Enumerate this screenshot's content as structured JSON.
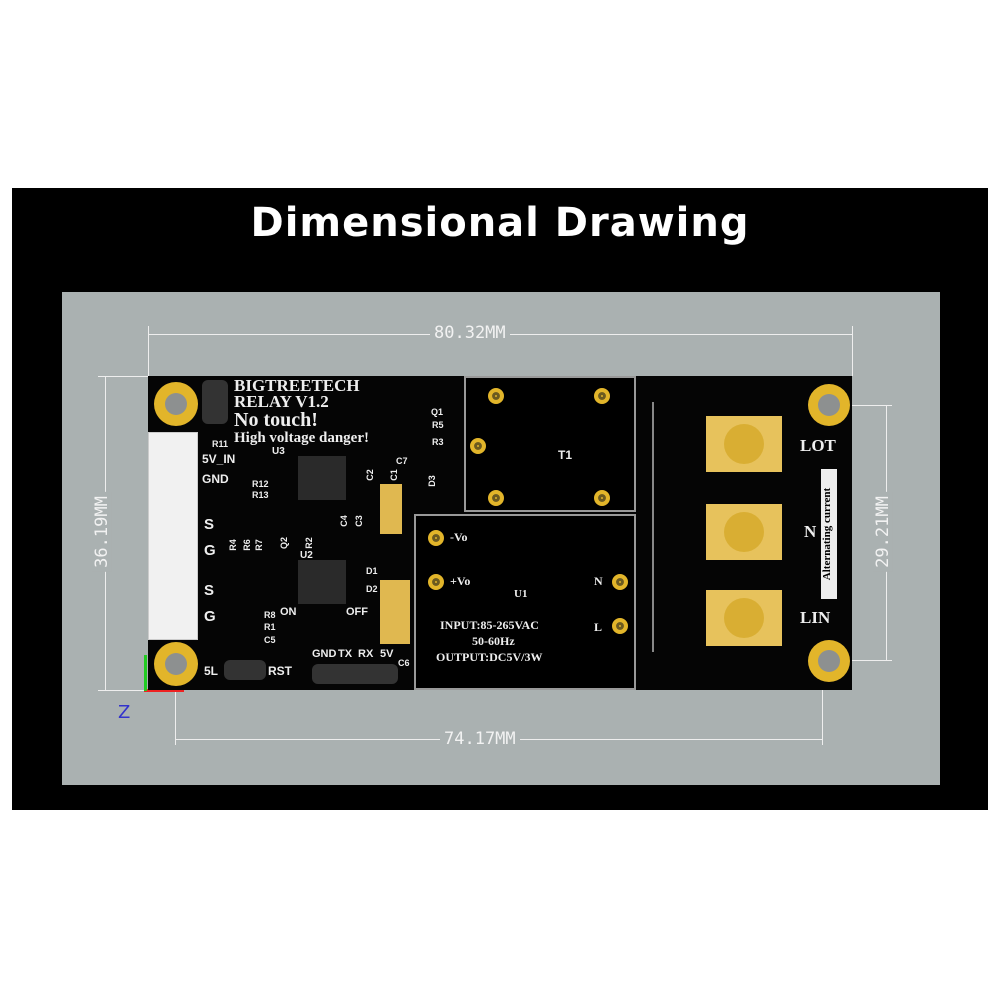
{
  "title": "Dimensional Drawing",
  "dimensions": {
    "width": "80.32MM",
    "height": "36.19MM",
    "hole_vertical": "29.21MM",
    "hole_horizontal": "74.17MM"
  },
  "axis": {
    "z": "Z"
  },
  "board": {
    "brand": "BIGTREETECH",
    "model": "RELAY V1.2",
    "warning1": "No touch!",
    "warning2": "High voltage danger!",
    "left_labels": [
      "5V_IN",
      "GND",
      "S",
      "G",
      "S",
      "G"
    ],
    "bottom_labels": [
      "5L",
      "RST",
      "GND",
      "TX",
      "RX",
      "5V"
    ],
    "led_labels": [
      "ON",
      "OFF"
    ],
    "refs": [
      "R11",
      "U3",
      "R12",
      "R13",
      "R4",
      "R6",
      "R7",
      "Q2",
      "R2",
      "U2",
      "C4",
      "C3",
      "C2",
      "C1",
      "C7",
      "D3",
      "D1",
      "D2",
      "R8",
      "R1",
      "C5",
      "Q1",
      "R5",
      "R3",
      "C6"
    ],
    "transformer": "T1",
    "psu": {
      "neg": "-Vo",
      "pos": "+Vo",
      "ref": "U1",
      "n": "N",
      "l": "L",
      "input": "INPUT:85-265VAC",
      "freq": "50-60Hz",
      "output": "OUTPUT:DC5V/3W"
    },
    "terminal": {
      "lot": "LOT",
      "n": "N",
      "lin": "LIN",
      "ac": "Alternating current"
    }
  }
}
